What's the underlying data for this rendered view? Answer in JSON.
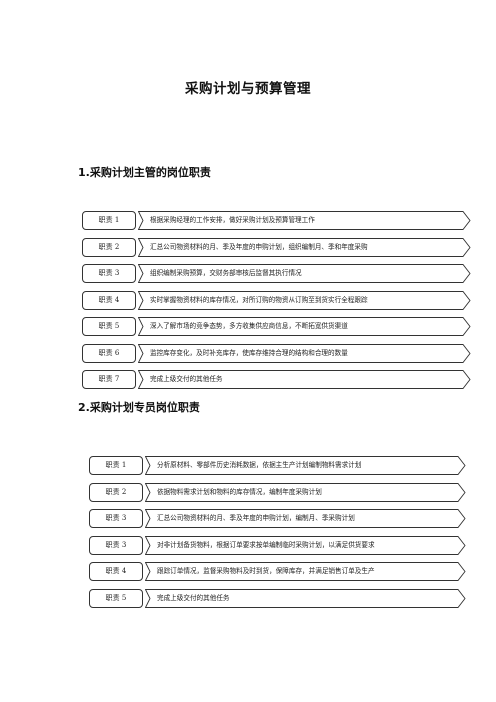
{
  "page": {
    "title": "采购计划与预算管理"
  },
  "sections": [
    {
      "heading": "1.采购计划主管的岗位职责",
      "items": [
        {
          "label": "职责 1",
          "text": "根据采购经理的工作安排，做好采购计划及预算管理工作"
        },
        {
          "label": "职责 2",
          "text": "汇总公司物资材料的月、季及年度的申购计划，组织编制月、季和年度采购"
        },
        {
          "label": "职责 3",
          "text": "组织编制采购预算，交财务部审核后监督其执行情况"
        },
        {
          "label": "职责 4",
          "text": "实时掌握物资材料的库存情况，对所订购的物资从订购至到货实行全程跟踪"
        },
        {
          "label": "职责 5",
          "text": "深入了解市场的竞争态势，多方收集供应商信息，不断拓宽供货渠道"
        },
        {
          "label": "职责 6",
          "text": "监控库存变化，及时补充库存，使库存维持合理的结构和合理的数量"
        },
        {
          "label": "职责 7",
          "text": "完成上级交付的其他任务"
        }
      ]
    },
    {
      "heading": "2.采购计划专员岗位职责",
      "items": [
        {
          "label": "职责 1",
          "text": "分析原材料、零部件历史消耗数据，依据主生产计划编制物料需求计划"
        },
        {
          "label": "职责 2",
          "text": "依据物料需求计划和物料的库存情况，编制年度采购计划"
        },
        {
          "label": "职责 3",
          "text": "汇总公司物资材料的月、季及年度的申购计划，编制月、季采购计划"
        },
        {
          "label": "职责 3",
          "text": "对非计划备货物料，根据订单要求按单编制临时采购计划，以满足供货要求"
        },
        {
          "label": "职责 4",
          "text": "跟踪订单情况，监督采购物料及时到货，保障库存，并满足销售订单及生产"
        },
        {
          "label": "职责 5",
          "text": "完成上级交付的其他任务"
        }
      ]
    }
  ]
}
